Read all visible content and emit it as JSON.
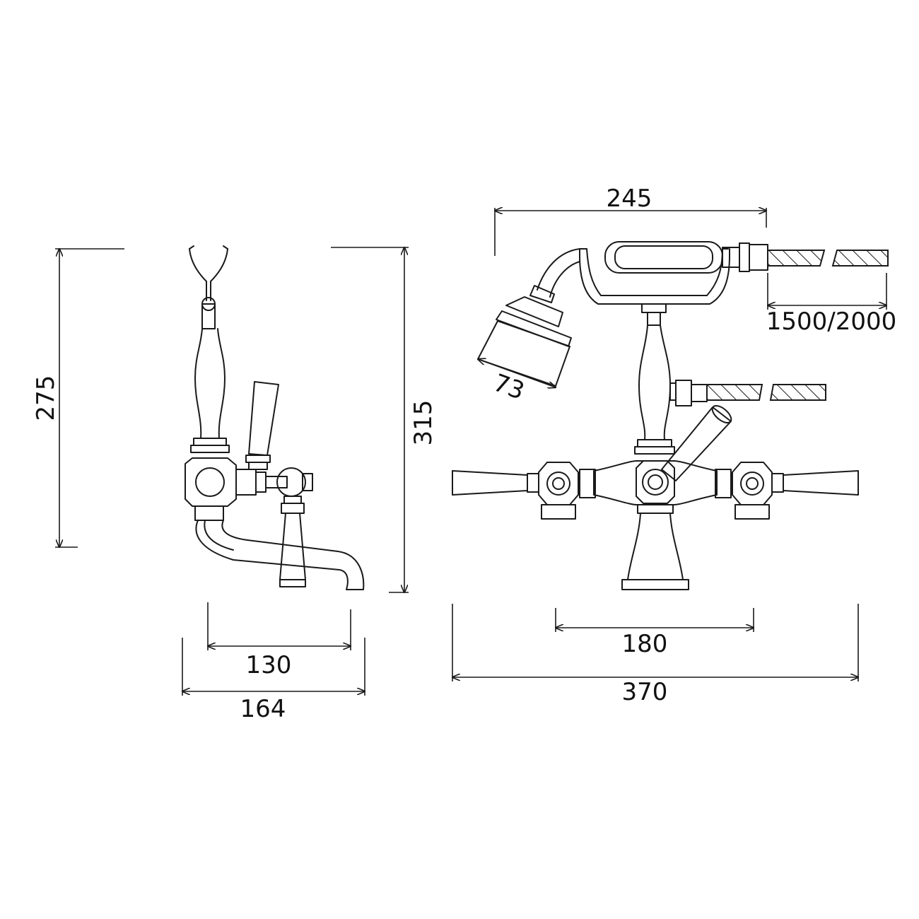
{
  "dimensions": {
    "side_height_275": "275",
    "side_height_315": "315",
    "side_depth_130": "130",
    "side_depth_164": "164",
    "front_handset_245": "245",
    "front_hose_length": "1500/2000",
    "front_head_diameter": "73",
    "front_centres_180": "180",
    "front_width_370": "370"
  }
}
